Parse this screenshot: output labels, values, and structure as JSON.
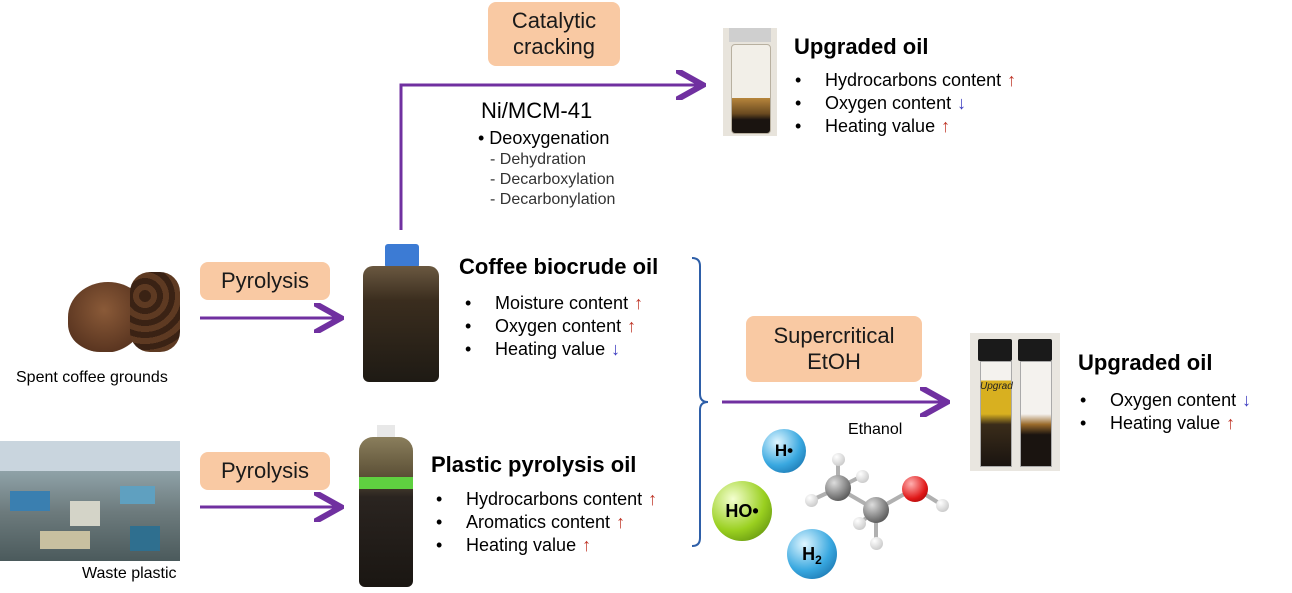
{
  "pyrolysis_top": "Pyrolysis",
  "pyrolysis_bottom": "Pyrolysis",
  "catalytic_cracking": "Catalytic cracking",
  "supercritical": "Supercritical EtOH",
  "catalyst": "Ni/MCM-41",
  "deox_title": "• Deoxygenation",
  "deox_items": [
    "-  Dehydration",
    "-  Decarboxylation",
    "-  Decarbonylation"
  ],
  "spent_coffee_label": "Spent coffee grounds",
  "waste_plastic_label": "Waste plastic",
  "ethanol_label": "Ethanol",
  "radicals": {
    "h": "H•",
    "ho": "HO•",
    "h2_main": "H",
    "h2_sub": "2"
  },
  "coffee_oil": {
    "title": "Coffee biocrude oil",
    "items": [
      {
        "text": "Moisture content",
        "arrow": "↑"
      },
      {
        "text": "Oxygen content",
        "arrow": "↑"
      },
      {
        "text": "Heating value",
        "arrow": "↓"
      }
    ]
  },
  "plastic_oil": {
    "title": "Plastic pyrolysis oil",
    "items": [
      {
        "text": "Hydrocarbons content",
        "arrow": "↑"
      },
      {
        "text": "Aromatics content",
        "arrow": "↑"
      },
      {
        "text": "Heating value",
        "arrow": "↑"
      }
    ]
  },
  "upgraded_top": {
    "title": "Upgraded oil",
    "items": [
      {
        "text": "Hydrocarbons content",
        "arrow": "↑"
      },
      {
        "text": "Oxygen content",
        "arrow": "↓"
      },
      {
        "text": "Heating value",
        "arrow": "↑"
      }
    ]
  },
  "upgraded_right": {
    "title": "Upgraded oil",
    "items": [
      {
        "text": "Oxygen content",
        "arrow": "↓"
      },
      {
        "text": "Heating value",
        "arrow": "↑"
      }
    ]
  },
  "vial_label": "Upgrad",
  "colors": {
    "arrow": "#7030a0",
    "bracket": "#2e5fa8",
    "pill": "#f9c9a3",
    "up": "#c0392b",
    "down": "#3b3bc0"
  }
}
